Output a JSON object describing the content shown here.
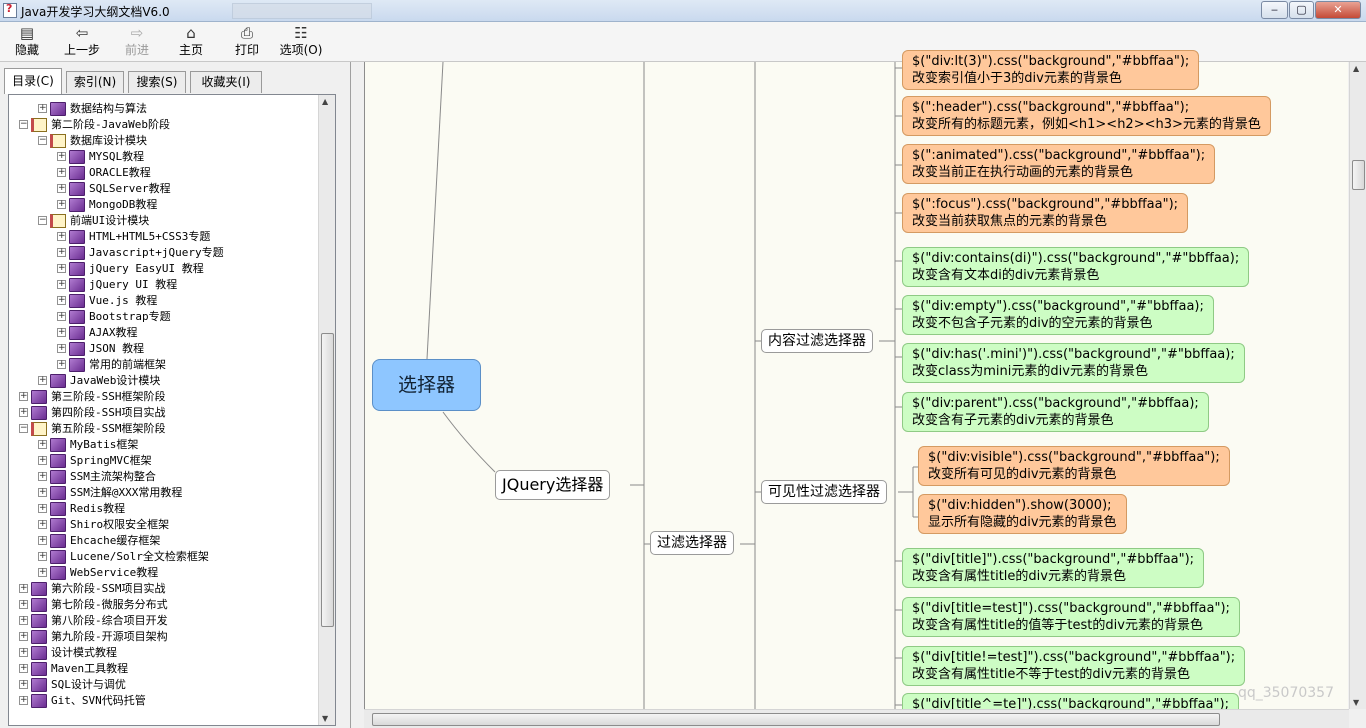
{
  "window": {
    "title": "Java开发学习大纲文档V6.0",
    "controls": {
      "minimize": "‒",
      "maximize": "▢",
      "close": "✕"
    }
  },
  "toolbar": {
    "hide": "隐藏",
    "back": "上一步",
    "forward": "前进",
    "home": "主页",
    "print": "打印",
    "options": "选项(O)"
  },
  "tabs": [
    "目录(C)",
    "索引(N)",
    "搜索(S)",
    "收藏夹(I)"
  ],
  "tree": [
    {
      "label": "数据结构与算法",
      "level": 1,
      "open": false
    },
    {
      "label": "第二阶段-JavaWeb阶段",
      "level": 0,
      "open": true
    },
    {
      "label": "数据库设计模块",
      "level": 1,
      "open": true
    },
    {
      "label": "MYSQL教程",
      "level": 2,
      "open": false
    },
    {
      "label": "ORACLE教程",
      "level": 2,
      "open": false
    },
    {
      "label": "SQLServer教程",
      "level": 2,
      "open": false
    },
    {
      "label": "MongoDB教程",
      "level": 2,
      "open": false
    },
    {
      "label": "前端UI设计模块",
      "level": 1,
      "open": true
    },
    {
      "label": "HTML+HTML5+CSS3专题",
      "level": 2,
      "open": false
    },
    {
      "label": "Javascript+jQuery专题",
      "level": 2,
      "open": false
    },
    {
      "label": "jQuery EasyUI 教程",
      "level": 2,
      "open": false
    },
    {
      "label": "jQuery UI 教程",
      "level": 2,
      "open": false
    },
    {
      "label": "Vue.js 教程",
      "level": 2,
      "open": false
    },
    {
      "label": "Bootstrap专题",
      "level": 2,
      "open": false
    },
    {
      "label": "AJAX教程",
      "level": 2,
      "open": false
    },
    {
      "label": "JSON 教程",
      "level": 2,
      "open": false
    },
    {
      "label": "常用的前端框架",
      "level": 2,
      "open": false
    },
    {
      "label": "JavaWeb设计模块",
      "level": 1,
      "open": false
    },
    {
      "label": "第三阶段-SSH框架阶段",
      "level": 0,
      "open": false
    },
    {
      "label": "第四阶段-SSH项目实战",
      "level": 0,
      "open": false
    },
    {
      "label": "第五阶段-SSM框架阶段",
      "level": 0,
      "open": true
    },
    {
      "label": "MyBatis框架",
      "level": 1,
      "open": false
    },
    {
      "label": "SpringMVC框架",
      "level": 1,
      "open": false
    },
    {
      "label": "SSM主流架构整合",
      "level": 1,
      "open": false
    },
    {
      "label": "SSM注解@XXX常用教程",
      "level": 1,
      "open": false
    },
    {
      "label": "Redis教程",
      "level": 1,
      "open": false
    },
    {
      "label": "Shiro权限安全框架",
      "level": 1,
      "open": false
    },
    {
      "label": "Ehcache缓存框架",
      "level": 1,
      "open": false
    },
    {
      "label": "Lucene/Solr全文检索框架",
      "level": 1,
      "open": false
    },
    {
      "label": "WebService教程",
      "level": 1,
      "open": false
    },
    {
      "label": "第六阶段-SSM项目实战",
      "level": 0,
      "open": false
    },
    {
      "label": "第七阶段-微服务分布式",
      "level": 0,
      "open": false
    },
    {
      "label": "第八阶段-综合项目开发",
      "level": 0,
      "open": false
    },
    {
      "label": "第九阶段-开源项目架构",
      "level": 0,
      "open": false
    },
    {
      "label": "设计模式教程",
      "level": 0,
      "open": false
    },
    {
      "label": "Maven工具教程",
      "level": 0,
      "open": false
    },
    {
      "label": "SQL设计与调优",
      "level": 0,
      "open": false
    },
    {
      "label": "Git、SVN代码托管",
      "level": 0,
      "open": false
    }
  ],
  "mindmap": {
    "root": "选择器",
    "branch": "JQuery选择器",
    "filter": "过滤选择器",
    "content_filter": "内容过滤选择器",
    "visibility_filter": "可见性过滤选择器",
    "leaves": [
      {
        "code": "$(\"div:lt(3)\").css(\"background\",\"#bbffaa\");",
        "desc": "改变索引值小于3的div元素的背景色",
        "color": "orange"
      },
      {
        "code": "$(\":header\").css(\"background\",\"#bbffaa\");",
        "desc": "改变所有的标题元素，例如<h1><h2><h3>元素的背景色",
        "color": "orange"
      },
      {
        "code": "$(\":animated\").css(\"background\",\"#bbffaa\");",
        "desc": "改变当前正在执行动画的元素的背景色",
        "color": "orange"
      },
      {
        "code": "$(\":focus\").css(\"background\",\"#bbffaa\");",
        "desc": "改变当前获取焦点的元素的背景色",
        "color": "orange"
      },
      {
        "code": "$(\"div:contains(di)\").css(\"background\",\"#\"bbffaa);",
        "desc": "改变含有文本di的div元素背景色",
        "color": "green"
      },
      {
        "code": "$(\"div:empty\").css(\"background\",\"#\"bbffaa);",
        "desc": "改变不包含子元素的div的空元素的背景色",
        "color": "green"
      },
      {
        "code": "$(\"div:has('.mini')\").css(\"background\",\"#\"bbffaa);",
        "desc": "改变class为mini元素的div元素的背景色",
        "color": "green"
      },
      {
        "code": "$(\"div:parent\").css(\"background\",\"#bbffaa);",
        "desc": "改变含有子元素的div元素的背景色",
        "color": "green"
      },
      {
        "code": "$(\"div:visible\").css(\"background\",\"#bbffaa\");",
        "desc": "改变所有可见的div元素的背景色",
        "color": "orange"
      },
      {
        "code": "$(\"div:hidden\").show(3000);",
        "desc": "显示所有隐藏的div元素的背景色",
        "color": "orange"
      },
      {
        "code": "$(\"div[title]\").css(\"background\",\"#bbffaa\");",
        "desc": "改变含有属性title的div元素的背景色",
        "color": "green"
      },
      {
        "code": "$(\"div[title=test]\").css(\"background\",\"#bbffaa\");",
        "desc": "改变含有属性title的值等于test的div元素的背景色",
        "color": "green"
      },
      {
        "code": "$(\"div[title!=test]\").css(\"background\",\"#bbffaa\");",
        "desc": "改变含有属性title不等于test的div元素的背景色",
        "color": "green"
      },
      {
        "code": "$(\"div[title^=te]\").css(\"background\",\"#bbffaa\");",
        "desc": "",
        "color": "green"
      }
    ],
    "watermark": "qq_35070357"
  },
  "colors": {
    "root": "#8ec6ff",
    "orange_leaf": "#ffc89b",
    "green_leaf": "#cdfdc4"
  }
}
